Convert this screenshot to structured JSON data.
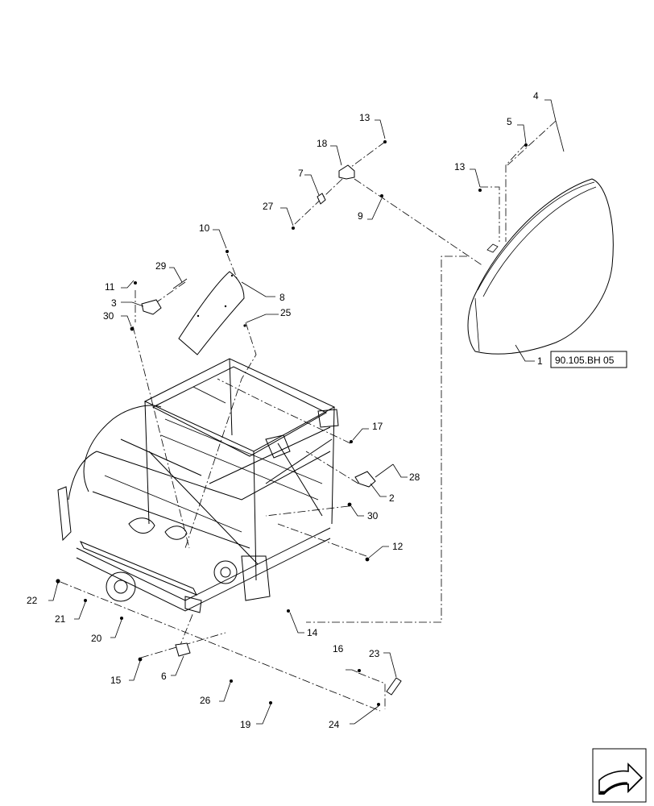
{
  "diagram": {
    "callouts": [
      {
        "id": "c1",
        "label": "1"
      },
      {
        "id": "c2",
        "label": "2"
      },
      {
        "id": "c3",
        "label": "3"
      },
      {
        "id": "c4",
        "label": "4"
      },
      {
        "id": "c5",
        "label": "5"
      },
      {
        "id": "c6",
        "label": "6"
      },
      {
        "id": "c7",
        "label": "7"
      },
      {
        "id": "c8",
        "label": "8"
      },
      {
        "id": "c9",
        "label": "9"
      },
      {
        "id": "c10",
        "label": "10"
      },
      {
        "id": "c11",
        "label": "11"
      },
      {
        "id": "c12",
        "label": "12"
      },
      {
        "id": "c13a",
        "label": "13"
      },
      {
        "id": "c13b",
        "label": "13"
      },
      {
        "id": "c14",
        "label": "14"
      },
      {
        "id": "c15",
        "label": "15"
      },
      {
        "id": "c16",
        "label": "16"
      },
      {
        "id": "c17",
        "label": "17"
      },
      {
        "id": "c18",
        "label": "18"
      },
      {
        "id": "c19",
        "label": "19"
      },
      {
        "id": "c20",
        "label": "20"
      },
      {
        "id": "c21",
        "label": "21"
      },
      {
        "id": "c22",
        "label": "22"
      },
      {
        "id": "c23",
        "label": "23"
      },
      {
        "id": "c24",
        "label": "24"
      },
      {
        "id": "c25",
        "label": "25"
      },
      {
        "id": "c26",
        "label": "26"
      },
      {
        "id": "c27",
        "label": "27"
      },
      {
        "id": "c28",
        "label": "28"
      },
      {
        "id": "c29",
        "label": "29"
      },
      {
        "id": "c30a",
        "label": "30"
      },
      {
        "id": "c30b",
        "label": "30"
      }
    ],
    "reference": "90.105.BH 05",
    "nav_icon": "arrow-navigation-icon"
  }
}
